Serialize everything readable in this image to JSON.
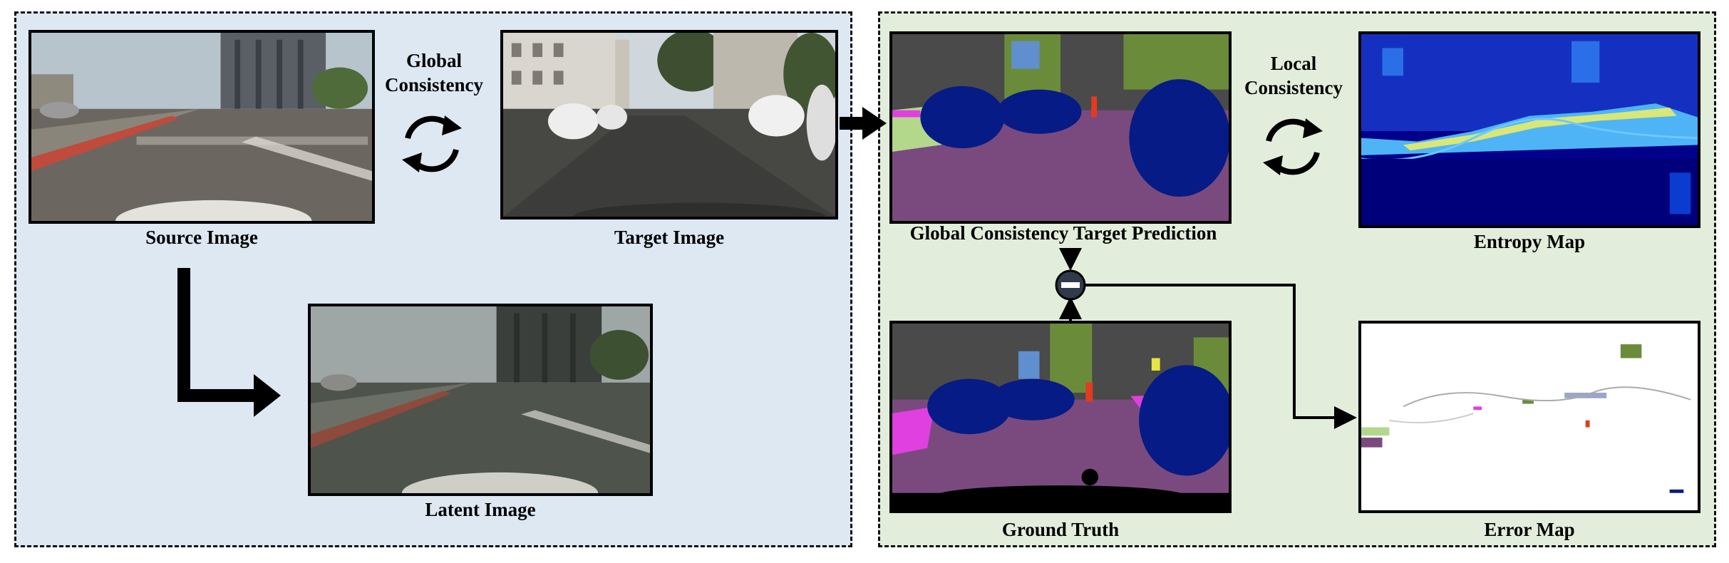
{
  "left": {
    "source_caption": "Source Image",
    "target_caption": "Target Image",
    "latent_caption": "Latent Image",
    "global_consistency_line1": "Global",
    "global_consistency_line2": "Consistency"
  },
  "right": {
    "prediction_caption": "Global Consistency Target Prediction",
    "entropy_caption": "Entropy Map",
    "ground_truth_caption": "Ground Truth",
    "error_caption": "Error Map",
    "local_consistency_line1": "Local",
    "local_consistency_line2": "Consistency"
  },
  "icons": {
    "cycle": "circular-arrows-icon",
    "minus": "minus-circle-icon"
  },
  "colors": {
    "left_bg": "#dde8f3",
    "right_bg": "#e2eedb",
    "road": "#7a4a7e",
    "car": "#061b86",
    "vegetation": "#6a8c3a",
    "building": "#4a4a4a",
    "sidewalk": "#e040e0",
    "sky": "#5f8fcf",
    "entropy_bg": "#00008b"
  }
}
